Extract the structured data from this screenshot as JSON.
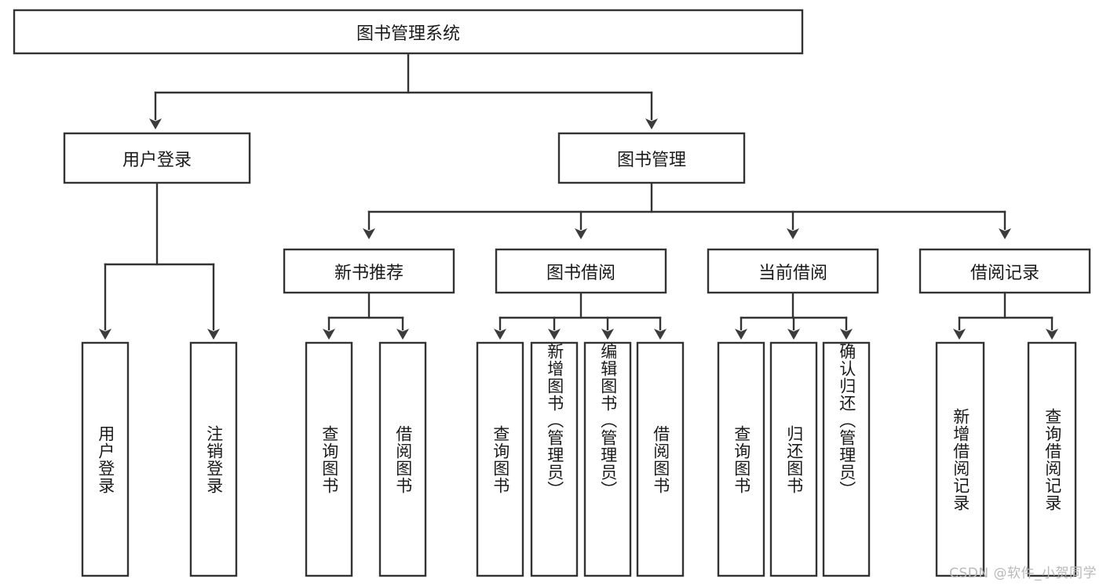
{
  "diagram": {
    "type": "tree",
    "title": "图书管理系统",
    "watermark": "CSDN @软件_小贺同学",
    "colors": {
      "box_stroke": "#333333",
      "box_fill": "#ffffff",
      "text": "#1a1a1a",
      "connector": "#333333",
      "watermark": "#b9b9b9",
      "background": "#ffffff"
    },
    "nodes": {
      "root": {
        "label": "图书管理系统"
      },
      "level2": [
        {
          "id": "user-login",
          "label": "用户登录"
        },
        {
          "id": "book-manage",
          "label": "图书管理"
        }
      ],
      "level3": [
        {
          "id": "new-book-rec",
          "label": "新书推荐"
        },
        {
          "id": "book-borrow",
          "label": "图书借阅"
        },
        {
          "id": "current-borrow",
          "label": "当前借阅"
        },
        {
          "id": "borrow-record",
          "label": "借阅记录"
        }
      ],
      "leaves": {
        "user_login": [
          {
            "id": "leaf-user-login",
            "label": "用户登录"
          },
          {
            "id": "leaf-logout-login",
            "label": "注销登录"
          }
        ],
        "new_book_rec": [
          {
            "id": "leaf-query-book-1",
            "label": "查询图书"
          },
          {
            "id": "leaf-borrow-book-1",
            "label": "借阅图书"
          }
        ],
        "book_borrow": [
          {
            "id": "leaf-query-book-2",
            "label": "查询图书"
          },
          {
            "id": "leaf-add-book",
            "label": "新增图书（管理员）"
          },
          {
            "id": "leaf-edit-book",
            "label": "编辑图书（管理员）"
          },
          {
            "id": "leaf-borrow-book-2",
            "label": "借阅图书"
          }
        ],
        "current_borrow": [
          {
            "id": "leaf-query-book-3",
            "label": "查询图书"
          },
          {
            "id": "leaf-return-book",
            "label": "归还图书"
          },
          {
            "id": "leaf-confirm-return",
            "label": "确认归还（管理员）"
          }
        ],
        "borrow_record": [
          {
            "id": "leaf-add-record",
            "label": "新增借阅记录"
          },
          {
            "id": "leaf-query-record",
            "label": "查询借阅记录"
          }
        ]
      }
    }
  }
}
